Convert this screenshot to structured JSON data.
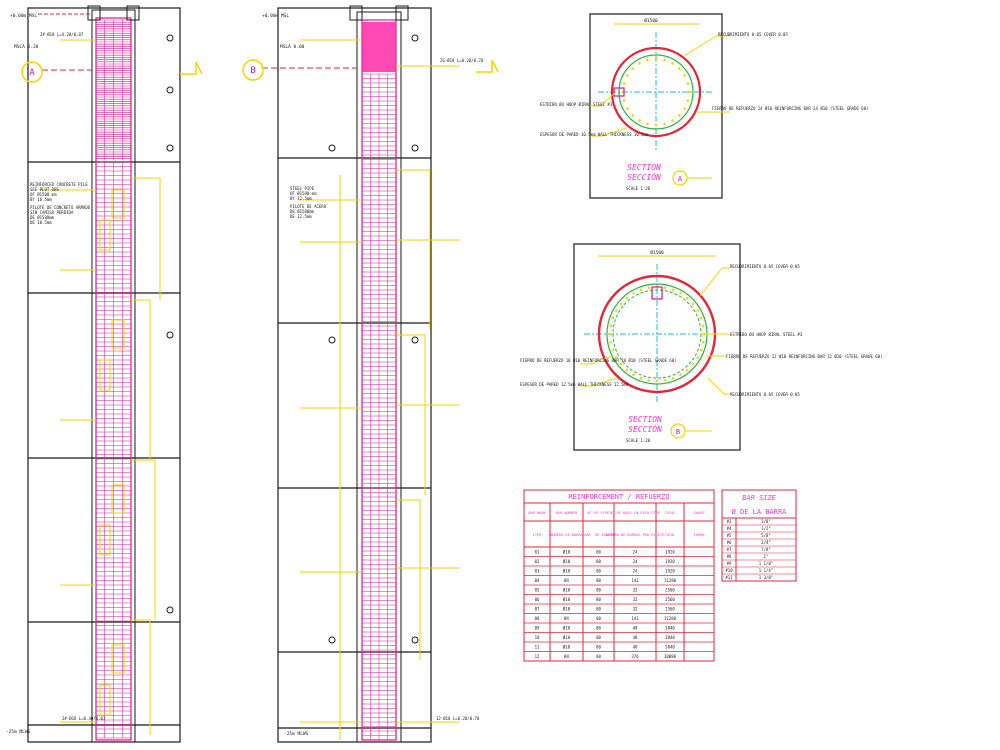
{
  "colors": {
    "line": "#1a1a1a",
    "cage": "#e0158f",
    "cage_dense": "#ff2aa6",
    "note": "#f2d600",
    "table_red": "#e3263a",
    "title_magenta": "#ff33cc",
    "ring_green": "#2bb24a",
    "axis_cyan": "#19c4c4"
  },
  "pile_a": {
    "top_level": "+0.00m MSL",
    "sub_level": "MSLA 0.20",
    "top_note": "2#-Ø18 L=4.20/0.07",
    "section_mark": "A",
    "description": [
      "REINFORCED CONCRETE PILE",
      "SEE PLOT DBS",
      "OF Ø1500 mm",
      "BY 10.5mm",
      "PILOTE DE CONCRETO ARMADO",
      "SIN CAMISA PERDIDA",
      "DE Ø1500mm",
      "DE 10.5mm"
    ],
    "bottom_level": "-25m MLWS",
    "bottom_note": "2#-Ø18 L=0.40/0.07"
  },
  "pile_b": {
    "top_level": "+0.00m MSL",
    "sub_level": "MSLA 0.00",
    "top_note": "26-Ø18 L=0.20/0.70",
    "section_mark": "B",
    "description": [
      "STEEL PIPE",
      "OF Ø1500 mm",
      "BY 12.5mm",
      "PILOTE DE ACERO",
      "DE Ø1500mm",
      "DE 12.5mm"
    ],
    "bottom_level": "-25m MLWS",
    "bottom_note": "12-Ø18 L=0.20/0.70"
  },
  "section_a": {
    "diameter": "Ø1500",
    "title": "SECTION",
    "subtitle": "SECCIÓN",
    "mark": "A",
    "scale": "SCALE 1:20",
    "cover": "RECUBRIMIENTO 0.05 COVER 0.05",
    "stirrup": "ESTRIBO Ø4 HOOP ØIRAL STEEL #3",
    "main_bars": "FIERRO DE REFUERZO 24 Ø10 REINFORCING BAR 24 Ø10 (STEEL GRADE 60)",
    "wall": "ESPESOR DE PARED 10.5mm WALL THICKNESS 10.5mm"
  },
  "section_b": {
    "diameter": "Ø1500",
    "title": "SECTION",
    "subtitle": "SECCIÓN",
    "mark": "B",
    "scale": "SCALE 1:20",
    "cover": "RECUBRIMIENTO 0.05 COVER 0.05",
    "stirrup": "ESTRIBO Ø4 HOOP ØIRAL STEEL #3",
    "main_bars_left": "FIERRO DE REFUERZO 18 Ø10 REINFORCING BAR 18 Ø10 (STEEL GRADE 60)",
    "main_bars_right": "FIERRO DE REFUERZO 12 Ø10 REINFORCING BAR 12 Ø10 (STEEL GRADE 60)",
    "wall": "ESPESOR DE PARED 12.5mm WALL THICKNESS 12.5mm",
    "cover_inner": "RECUBRIMIENTO 0.05 COVER 0.05"
  },
  "rebar_table": {
    "title": "REINFORCEMENT / REFUERZO",
    "headers_en": [
      "BAR MARK",
      "BAR NUMBER",
      "N° OF PIPE",
      "N° OF BARS IN EACH PIPE",
      "TOTAL",
      "SHAPE"
    ],
    "headers_es": [
      "ITEM",
      "NÚMERO DE BARRA",
      "CANT. DE PILOTE",
      "NÚMERO DE BARRAS POR PILOTE",
      "TOTAL",
      "FORMA"
    ],
    "rows": [
      [
        "01",
        "Ø10",
        "80",
        "24",
        "1920",
        ""
      ],
      [
        "02",
        "Ø10",
        "80",
        "24",
        "1920",
        ""
      ],
      [
        "03",
        "Ø10",
        "80",
        "24",
        "1920",
        ""
      ],
      [
        "04",
        "Ø4",
        "80",
        "141",
        "11280",
        ""
      ],
      [
        "05",
        "Ø10",
        "80",
        "32",
        "2560",
        ""
      ],
      [
        "06",
        "Ø10",
        "80",
        "32",
        "2560",
        ""
      ],
      [
        "07",
        "Ø10",
        "80",
        "32",
        "2560",
        ""
      ],
      [
        "08",
        "Ø4",
        "80",
        "141",
        "11280",
        ""
      ],
      [
        "09",
        "Ø10",
        "80",
        "48",
        "3840",
        ""
      ],
      [
        "10",
        "Ø10",
        "80",
        "48",
        "3840",
        ""
      ],
      [
        "11",
        "Ø10",
        "80",
        "48",
        "3840",
        ""
      ],
      [
        "12",
        "Ø4",
        "80",
        "376",
        "30080",
        ""
      ]
    ]
  },
  "bar_size": {
    "title": "BAR SIZE",
    "subtitle": "Ø DE LA BARRA",
    "rows": [
      [
        "#3",
        "3/8\""
      ],
      [
        "#4",
        "1/2\""
      ],
      [
        "#5",
        "5/8\""
      ],
      [
        "#6",
        "3/4\""
      ],
      [
        "#7",
        "7/8\""
      ],
      [
        "#8",
        "1\""
      ],
      [
        "#9",
        "1 1/8\""
      ],
      [
        "#10",
        "1 1/4\""
      ],
      [
        "#11",
        "1 3/8\""
      ]
    ]
  }
}
